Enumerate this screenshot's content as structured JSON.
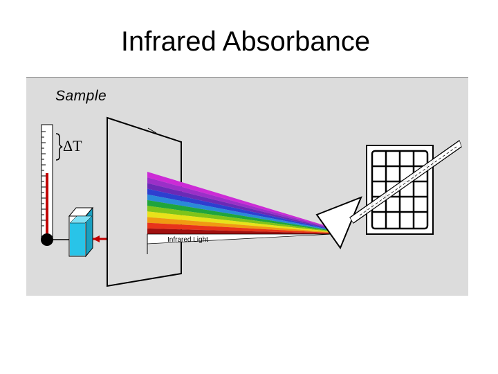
{
  "title": "Infrared Absorbance",
  "labels": {
    "sample": "Sample",
    "delta_t": "ΔT",
    "infrared_light": "Infrared Light"
  },
  "colors": {
    "panel": "#dcdcdc",
    "cuvette": "#29c4e8",
    "beam": "#c00000",
    "screen": "#dcdcdc"
  },
  "spectrum": [
    "#cc2bd6",
    "#9b2fc8",
    "#6a2ab6",
    "#2d3fd0",
    "#2a8ad8",
    "#1fa53c",
    "#7fc41a",
    "#e8e21a",
    "#f09a12",
    "#e8341a",
    "#a01010"
  ]
}
